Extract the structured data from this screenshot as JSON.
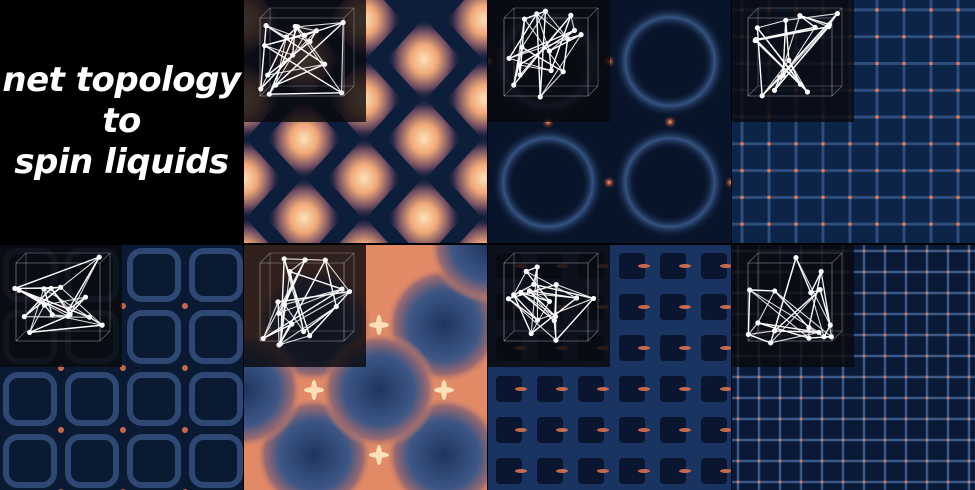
{
  "title": {
    "line1": "net topology",
    "line2": "to",
    "line3": "spin liquids"
  },
  "colors": {
    "background": "#000000",
    "deep": "#0b1a33",
    "mid": "#2c4a78",
    "warm": "#e8774f",
    "hot": "#fce1b8",
    "net_lines": "#ffffff"
  },
  "panels": [
    {
      "id": "panel-1",
      "pattern": "diamond-pinch-points",
      "inset_icon": "cubic-net-icon"
    },
    {
      "id": "panel-2",
      "pattern": "blurred-rings",
      "inset_icon": "cubic-net-icon"
    },
    {
      "id": "panel-3",
      "pattern": "sharp-grid-lines",
      "inset_icon": "cubic-net-icon"
    },
    {
      "id": "panel-4",
      "pattern": "lattice-rings",
      "inset_icon": "cubic-net-icon"
    },
    {
      "id": "panel-5",
      "pattern": "bright-bowties",
      "inset_icon": "cubic-net-icon"
    },
    {
      "id": "panel-6",
      "pattern": "square-cells",
      "inset_icon": "cubic-net-icon"
    },
    {
      "id": "panel-7",
      "pattern": "fine-grid-lines",
      "inset_icon": "cubic-net-icon"
    }
  ]
}
